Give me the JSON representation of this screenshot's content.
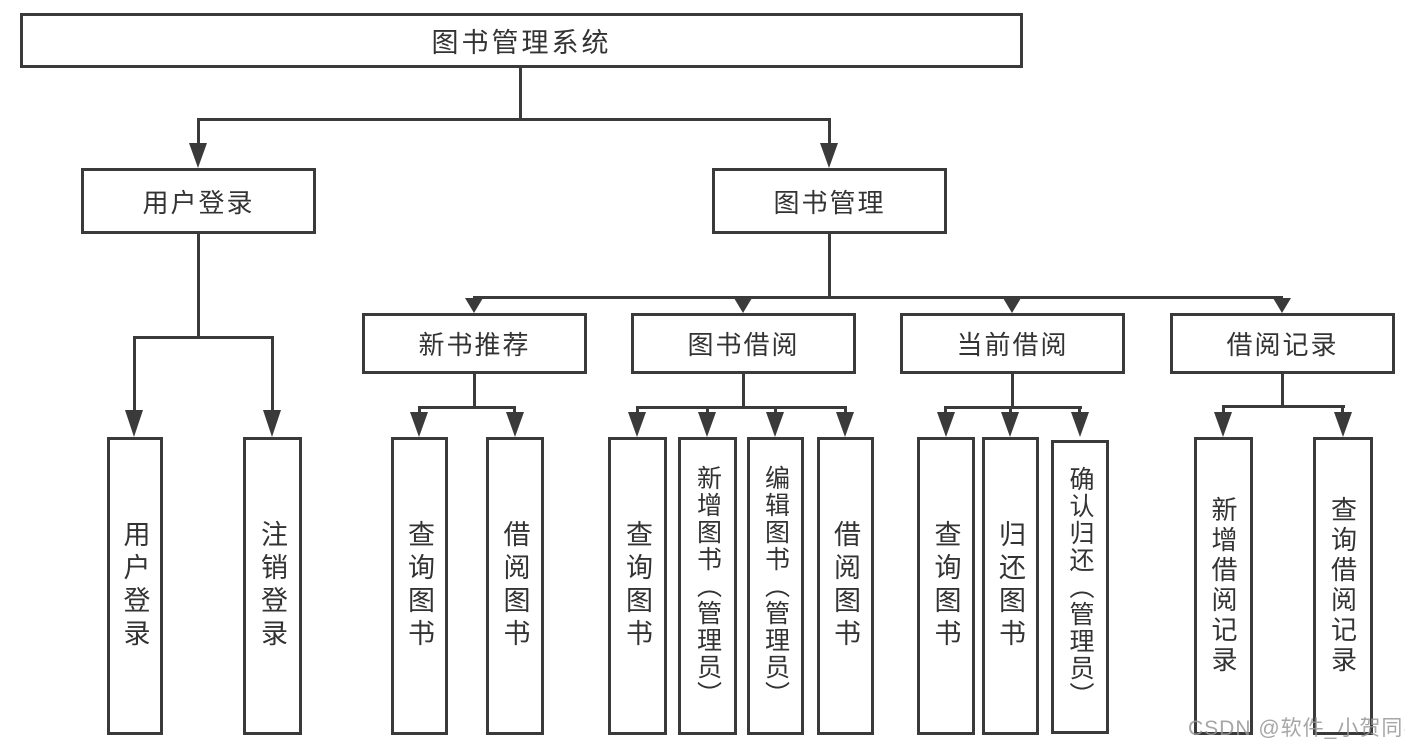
{
  "colors": {
    "line": "#3a3a3a",
    "text": "#333333",
    "background": "#ffffff",
    "watermark": "#969696"
  },
  "diagram": {
    "root": "图书管理系统",
    "branches": [
      {
        "label": "用户登录",
        "children": [
          {
            "label": "用户登录"
          },
          {
            "label": "注销登录"
          }
        ]
      },
      {
        "label": "图书管理",
        "children": [
          {
            "label": "新书推荐",
            "children": [
              {
                "label": "查询图书"
              },
              {
                "label": "借阅图书"
              }
            ]
          },
          {
            "label": "图书借阅",
            "children": [
              {
                "label": "查询图书"
              },
              {
                "label": "新增图书（管理员）"
              },
              {
                "label": "编辑图书（管理员）"
              },
              {
                "label": "借阅图书"
              }
            ]
          },
          {
            "label": "当前借阅",
            "children": [
              {
                "label": "查询图书"
              },
              {
                "label": "归还图书"
              },
              {
                "label": "确认归还（管理员）"
              }
            ]
          },
          {
            "label": "借阅记录",
            "children": [
              {
                "label": "新增借阅记录"
              },
              {
                "label": "查询借阅记录"
              }
            ]
          }
        ]
      }
    ]
  },
  "watermark": "CSDN @软件_小贺同学"
}
